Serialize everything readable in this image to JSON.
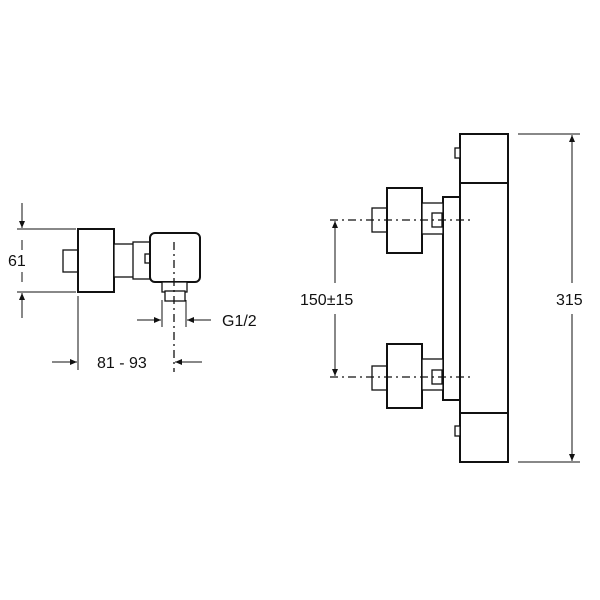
{
  "drawing": {
    "side_view": {
      "height_dim": "61",
      "connection_dim": "G1/2",
      "depth_dim": "81 - 93"
    },
    "front_view": {
      "center_distance_dim": "150±15",
      "total_height_dim": "315"
    },
    "colors": {
      "line": "#111111",
      "background": "#ffffff"
    }
  }
}
